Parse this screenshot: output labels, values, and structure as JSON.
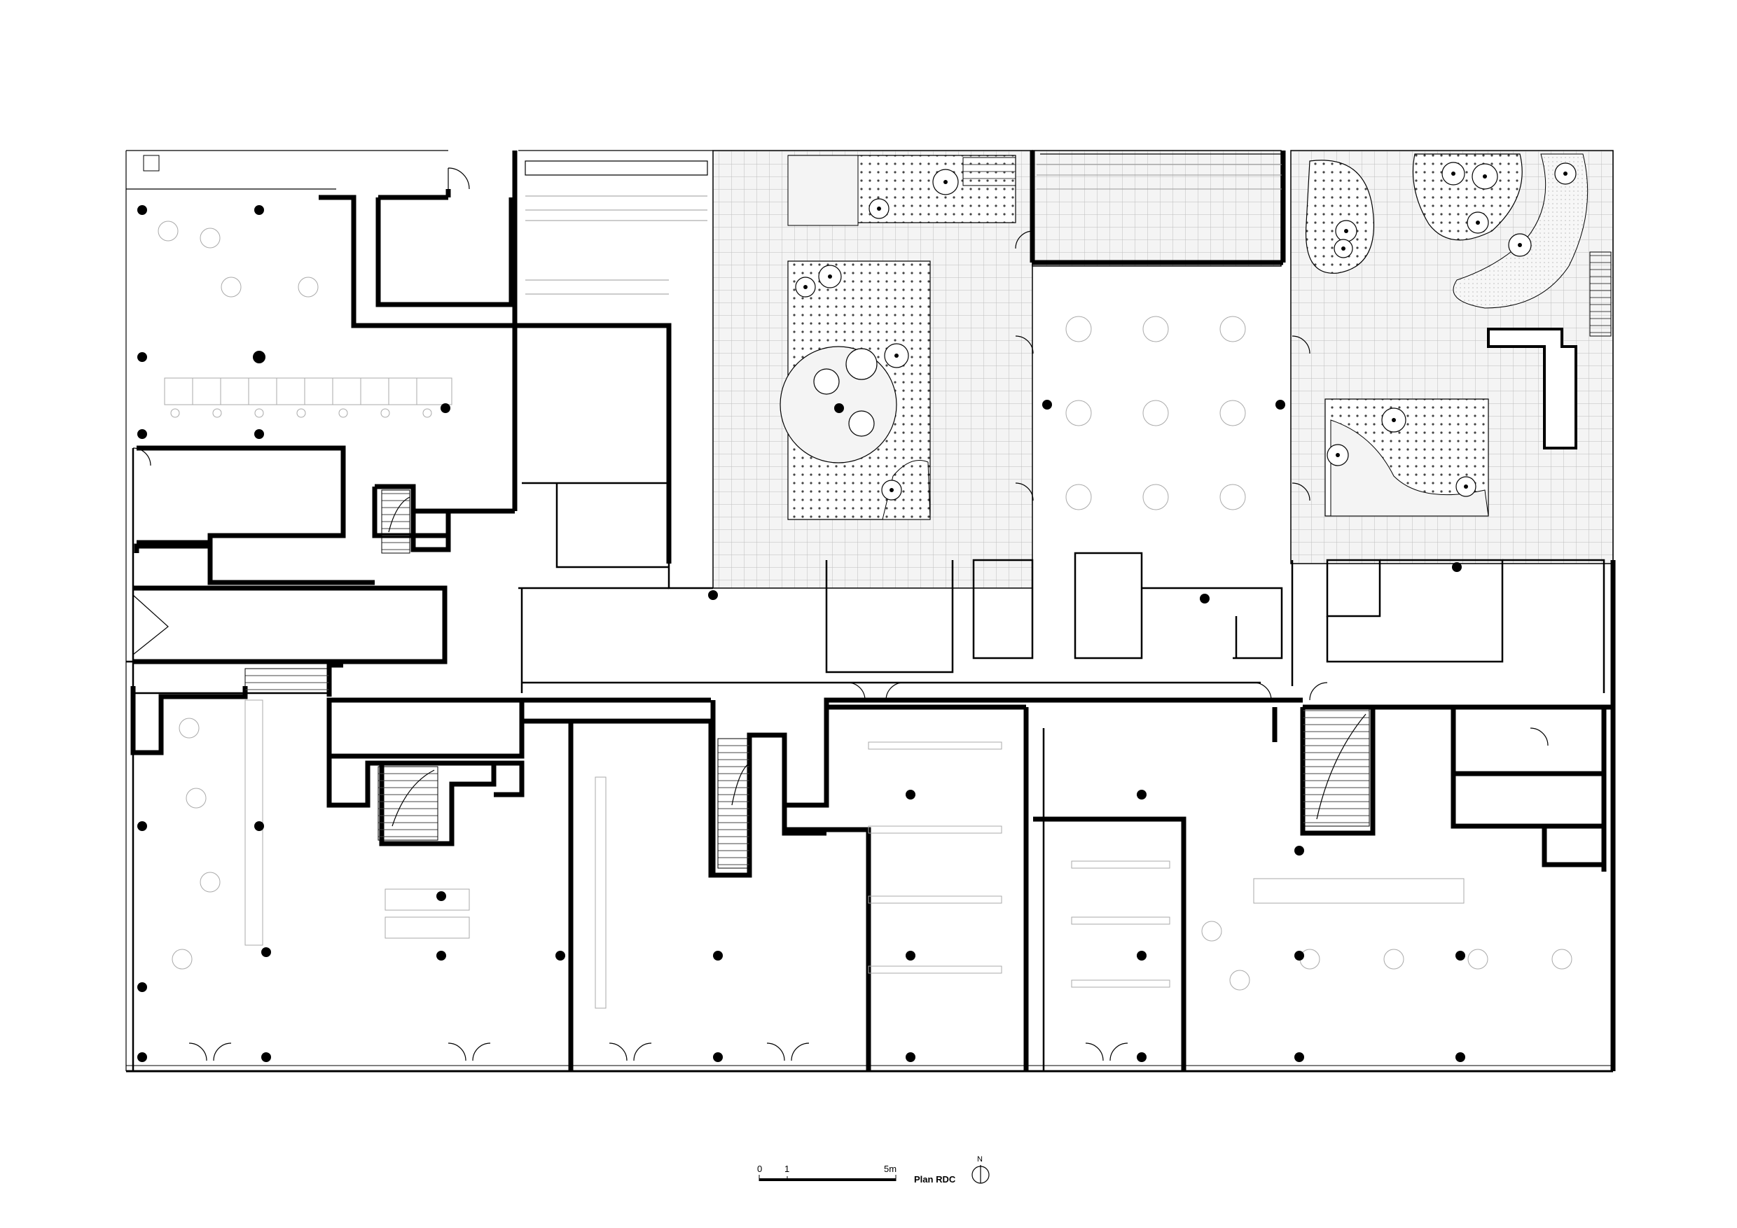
{
  "drawing": {
    "title": "Plan RDC",
    "scale_bar": {
      "ticks": [
        "0",
        "1",
        "5m"
      ]
    },
    "north_arrow": {
      "label": "N"
    }
  }
}
